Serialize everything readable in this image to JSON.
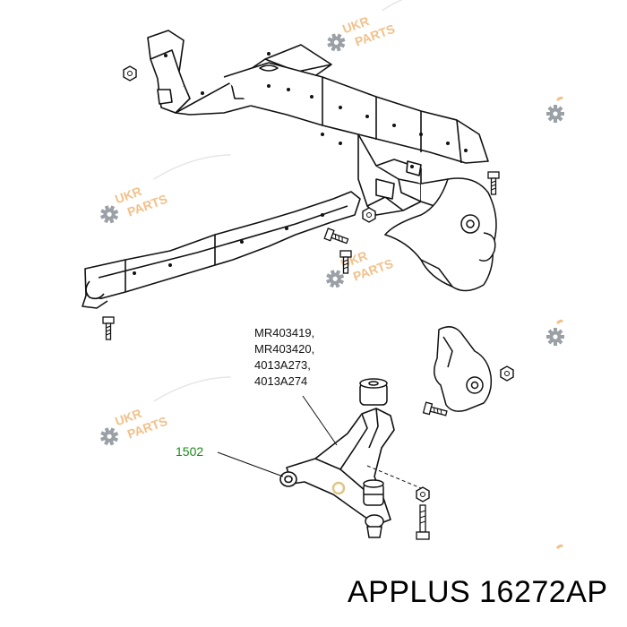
{
  "watermark": {
    "line1": "UKR",
    "line2": "PARTS",
    "color": "#f2c08a",
    "gear_color": "#9aa0a6"
  },
  "callouts": {
    "part_numbers": [
      "MR403419,",
      "MR403420,",
      "4013A273,",
      "4013A274"
    ],
    "bushing_ref": "1502",
    "bushing_ref_color": "#1a8a1a"
  },
  "footer": {
    "brand": "APPLUS",
    "code": "16272AP"
  },
  "icons": [
    "gear-icon",
    "bolt-icon",
    "nut-icon"
  ]
}
